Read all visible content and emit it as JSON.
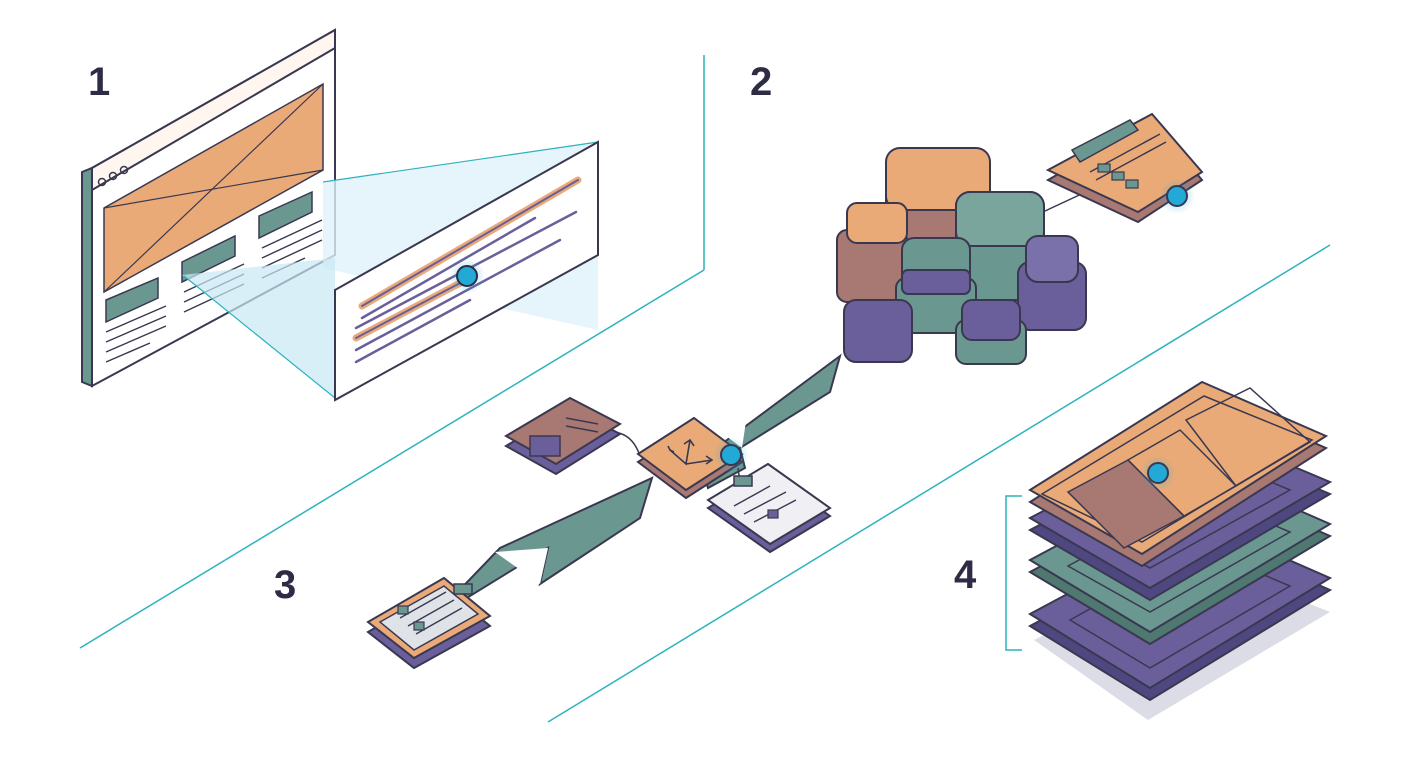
{
  "steps": [
    {
      "number": "1",
      "icon": "wireframe-to-document-icon"
    },
    {
      "number": "2",
      "icon": "component-blocks-icon"
    },
    {
      "number": "3",
      "icon": "workflow-arrows-icon"
    },
    {
      "number": "4",
      "icon": "stacked-layers-icon"
    }
  ],
  "colors": {
    "ink": "#3a3850",
    "teal": "#6a9890",
    "orange": "#eaaa78",
    "purple": "#6a5f9a",
    "mauve": "#a87873",
    "cyan_accent": "#22a9d6",
    "divider": "#2cb3be"
  }
}
